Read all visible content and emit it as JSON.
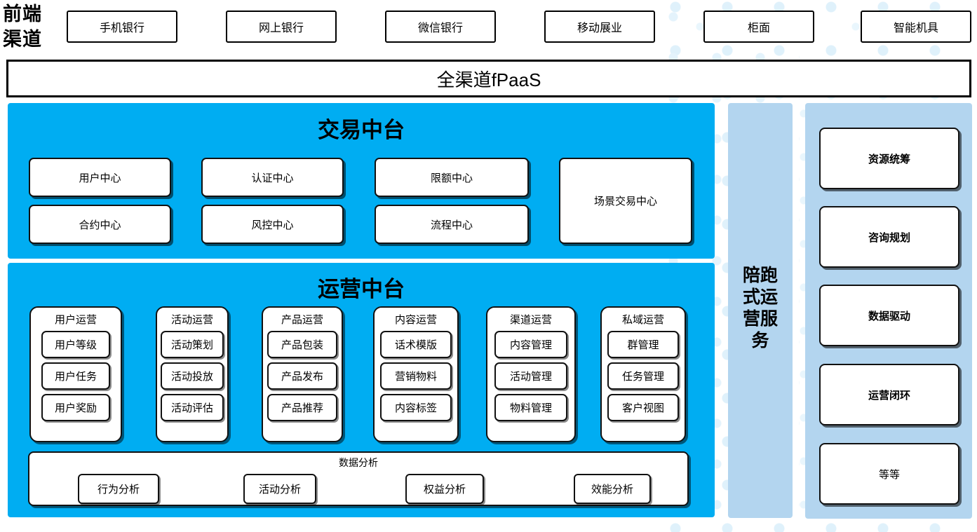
{
  "colors": {
    "panel_cyan": "#00ADF2",
    "sidebar_light_blue": "#B3D5EF",
    "card_white": "#FFFFFF",
    "outline_black": "#111111",
    "dot_decor": "#DFF1FB"
  },
  "front_channel": {
    "label": "前端\n渠道",
    "label_line1": "前端",
    "label_line2": "渠道",
    "items": [
      {
        "label": "手机银行"
      },
      {
        "label": "网上银行"
      },
      {
        "label": "微信银行"
      },
      {
        "label": "移动展业"
      },
      {
        "label": "柜面"
      },
      {
        "label": "智能机具"
      }
    ]
  },
  "fpaas": {
    "label": "全渠道fPaaS"
  },
  "transaction_center": {
    "title": "交易中台",
    "cards": [
      {
        "label": "用户中心"
      },
      {
        "label": "认证中心"
      },
      {
        "label": "限额中心"
      },
      {
        "label": "合约中心"
      },
      {
        "label": "风控中心"
      },
      {
        "label": "流程中心"
      },
      {
        "label": "场景交易中心"
      }
    ]
  },
  "operation_center": {
    "title": "运营中台",
    "groups": [
      {
        "title": "用户运营",
        "items": [
          "用户等级",
          "用户任务",
          "用户奖励"
        ]
      },
      {
        "title": "活动运营",
        "items": [
          "活动策划",
          "活动投放",
          "活动评估"
        ]
      },
      {
        "title": "产品运营",
        "items": [
          "产品包装",
          "产品发布",
          "产品推荐"
        ]
      },
      {
        "title": "内容运营",
        "items": [
          "话术模版",
          "营销物料",
          "内容标签"
        ]
      },
      {
        "title": "渠道运营",
        "items": [
          "内容管理",
          "活动管理",
          "物料管理"
        ]
      },
      {
        "title": "私域运营",
        "items": [
          "群管理",
          "任务管理",
          "客户视图"
        ]
      }
    ],
    "analysis": {
      "title": "数据分析",
      "items": [
        "行为分析",
        "活动分析",
        "权益分析",
        "效能分析"
      ]
    }
  },
  "accompany_service": {
    "label_chars": [
      "陪跑",
      "式运",
      "营服",
      "务"
    ],
    "label": "陪跑式运营服务"
  },
  "service_pillars": {
    "items": [
      {
        "label": "资源统筹",
        "bold": true
      },
      {
        "label": "咨询规划",
        "bold": true
      },
      {
        "label": "数据驱动",
        "bold": true
      },
      {
        "label": "运营闭环",
        "bold": true
      },
      {
        "label": "等等",
        "bold": false
      }
    ]
  }
}
